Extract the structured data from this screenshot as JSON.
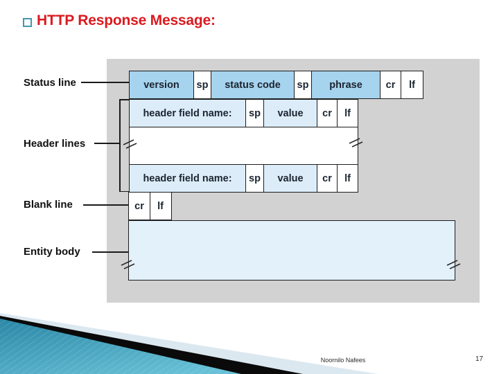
{
  "slide": {
    "title": "HTTP Response Message:",
    "footer_author": "Noornilo Nafees",
    "page_number": "17"
  },
  "labels": {
    "status_line": "Status line",
    "header_lines": "Header lines",
    "blank_line": "Blank line",
    "entity_body": "Entity body"
  },
  "rows": {
    "status": {
      "cells": [
        {
          "label": "version"
        },
        {
          "label": "sp"
        },
        {
          "label": "status code"
        },
        {
          "label": "sp"
        },
        {
          "label": "phrase"
        },
        {
          "label": "cr"
        },
        {
          "label": "lf"
        }
      ]
    },
    "header1": {
      "cells": [
        {
          "label": "header field name:"
        },
        {
          "label": "sp"
        },
        {
          "label": "value"
        },
        {
          "label": "cr"
        },
        {
          "label": "lf"
        }
      ]
    },
    "header2": {
      "cells": [
        {
          "label": "header field name:"
        },
        {
          "label": "sp"
        },
        {
          "label": "value"
        },
        {
          "label": "cr"
        },
        {
          "label": "lf"
        }
      ]
    },
    "blank": {
      "cells": [
        {
          "label": "cr"
        },
        {
          "label": "lf"
        }
      ]
    }
  },
  "colors": {
    "title_red": "#da1a20",
    "bullet_teal": "#4097ad",
    "panel_gray": "#d2d2d3",
    "field_blue": "#a6d3ee",
    "field_lightblue": "#dcedf9",
    "entity_blue": "#e3f1fa",
    "border_dark": "#1c1c1c"
  }
}
